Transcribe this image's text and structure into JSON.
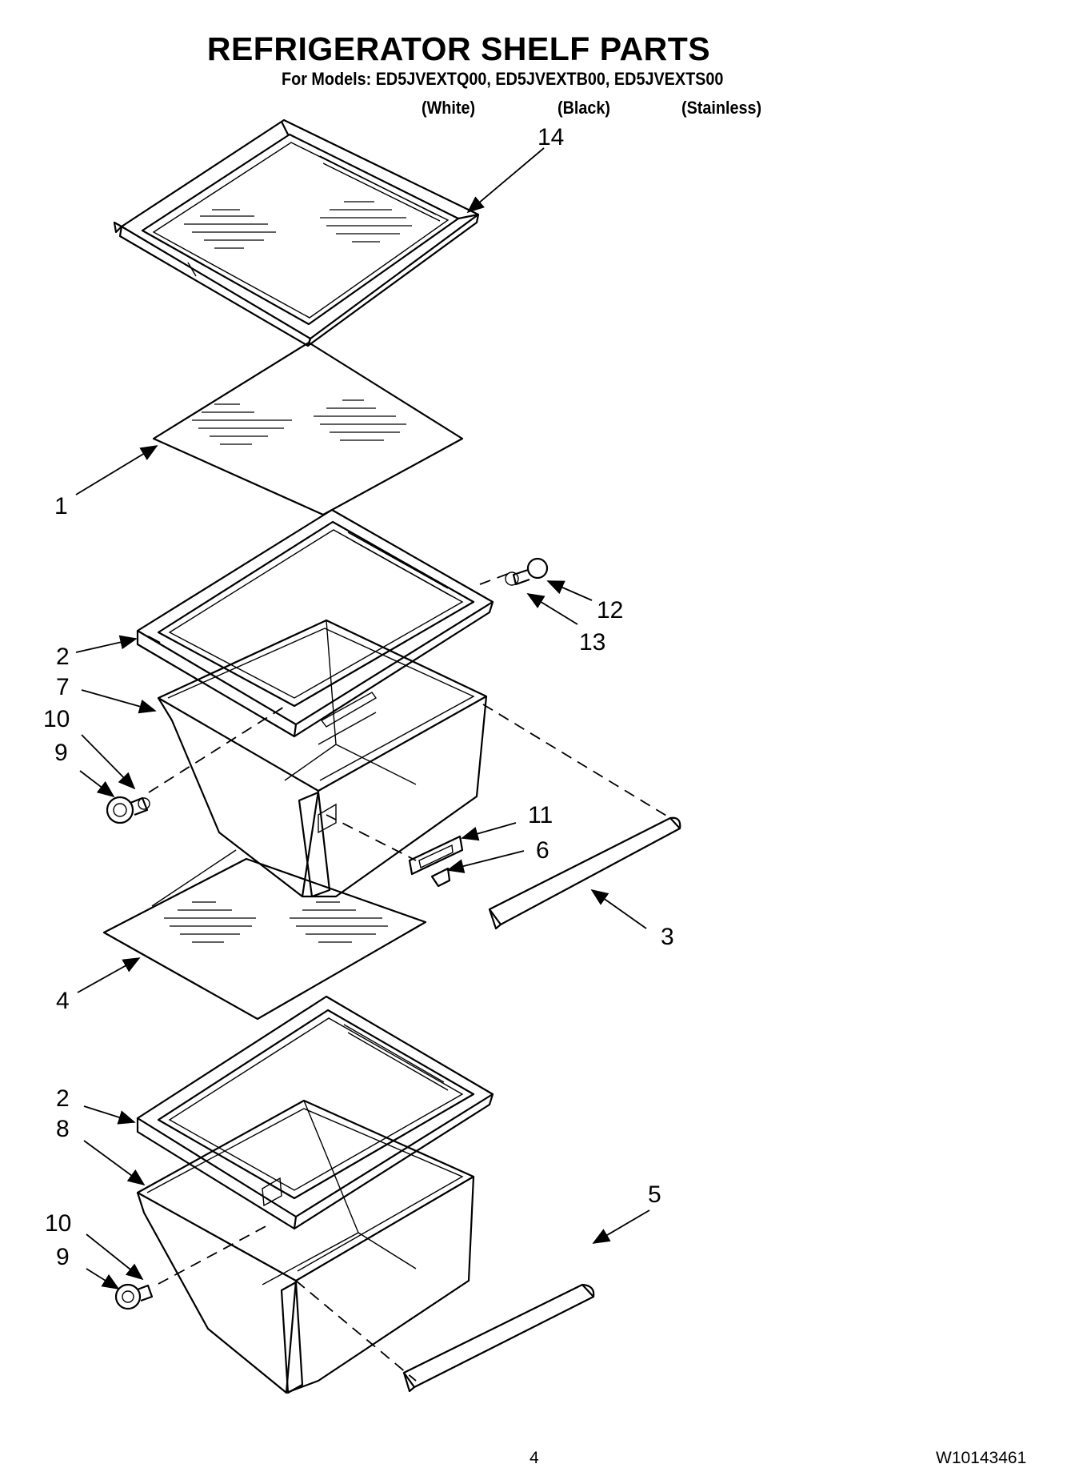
{
  "header": {
    "title": "REFRIGERATOR SHELF PARTS",
    "models_line": "For Models: ED5JVEXTQ00, ED5JVEXTB00, ED5JVEXTS00",
    "variants": [
      "(White)",
      "(Black)",
      "(Stainless)"
    ]
  },
  "callouts": {
    "c14": "14",
    "c1": "1",
    "c12": "12",
    "c13": "13",
    "c2a": "2",
    "c7": "7",
    "c10a": "10",
    "c9a": "9",
    "c11": "11",
    "c6": "6",
    "c3": "3",
    "c4": "4",
    "c2b": "2",
    "c8": "8",
    "c5": "5",
    "c10b": "10",
    "c9b": "9"
  },
  "footer": {
    "page_number": "4",
    "document_number": "W10143461"
  }
}
